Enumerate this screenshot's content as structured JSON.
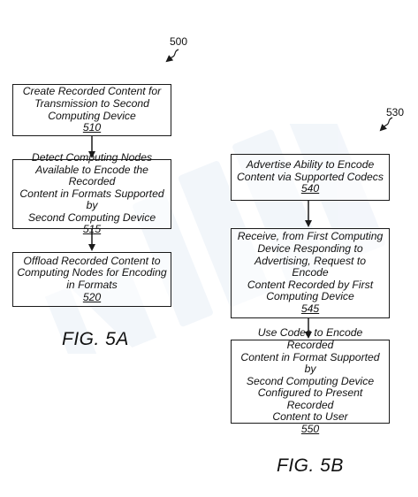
{
  "figure_a": {
    "ref": "500",
    "caption": "FIG. 5A",
    "steps": [
      {
        "text": "Create Recorded Content for\nTransmission to Second\nComputing Device",
        "num": "510"
      },
      {
        "text": "Detect Computing Nodes\nAvailable to Encode the Recorded\nContent in Formats Supported by\nSecond Computing Device",
        "num": "515"
      },
      {
        "text": "Offload Recorded Content to\nComputing Nodes for Encoding\nin Formats",
        "num": "520"
      }
    ]
  },
  "figure_b": {
    "ref": "530",
    "caption": "FIG. 5B",
    "steps": [
      {
        "text": "Advertise Ability to Encode\nContent via Supported Codecs",
        "num": "540"
      },
      {
        "text": "Receive, from First Computing\nDevice Responding to\nAdvertising, Request to Encode\nContent Recorded by First\nComputing Device",
        "num": "545"
      },
      {
        "text": "Use Codec to Encode Recorded\nContent in Format Supported by\nSecond Computing Device\nConfigured to Present Recorded\nContent to User",
        "num": "550"
      }
    ]
  },
  "colors": {
    "stroke": "#1a1a1a",
    "watermark": "#c9d8ec"
  }
}
